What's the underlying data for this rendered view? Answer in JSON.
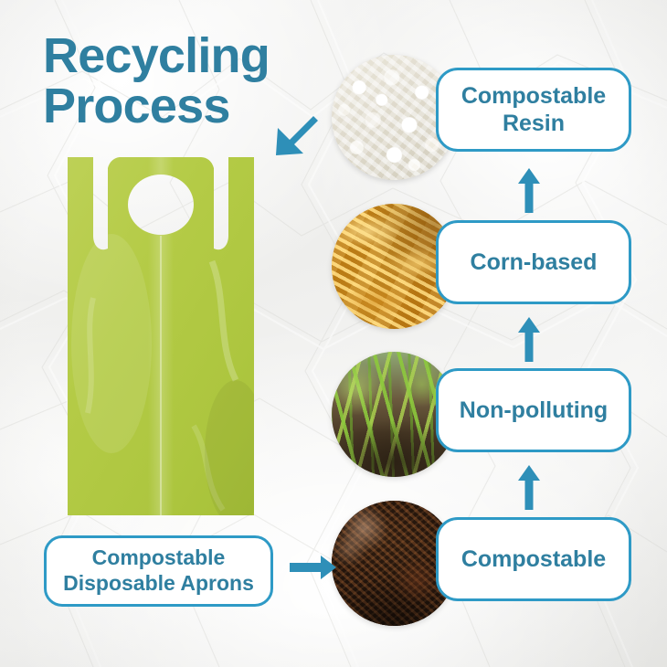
{
  "meta": {
    "title": "Recycling Process",
    "accent_teal": "#2f7fa0",
    "accent_border": "#2e9ac6",
    "apron_green": "#b4cb46",
    "background": "#f2f2f1"
  },
  "header": {
    "title_line1": "Recycling",
    "title_line2": "Process",
    "title_full": "Recycling\nProcess"
  },
  "product": {
    "image_alt": "compostable-disposable-apron",
    "color": "#b4cb46"
  },
  "flow": {
    "start_label": "Compostable\nDisposable Aprons",
    "steps": [
      {
        "id": "compostable",
        "label": "Compostable",
        "image": "compost-soil-photo",
        "order": 1
      },
      {
        "id": "non-polluting",
        "label": "Non-polluting",
        "image": "corn-seedlings-photo",
        "order": 2
      },
      {
        "id": "corn-based",
        "label": "Corn-based",
        "image": "corn-cobs-photo",
        "order": 3
      },
      {
        "id": "compostable-resin",
        "label": "Compostable\nResin",
        "image": "white-resin-pellets-photo",
        "order": 4
      }
    ]
  },
  "arrows": {
    "title_to_product": "arrow-down-left",
    "start_to_compostable": "arrow-right",
    "compostable_to_nonpolluting": "arrow-up",
    "nonpolluting_to_cornbased": "arrow-up",
    "cornbased_to_resin": "arrow-up"
  }
}
